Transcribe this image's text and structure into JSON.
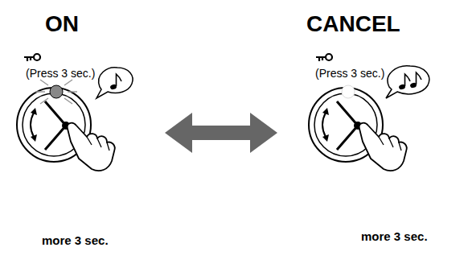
{
  "diagram": {
    "nodes": [
      {
        "text": [
          "ON",
          "(Press 3 sec.)",
          "more 3 sec."
        ]
      },
      {
        "text": [
          "CANCEL",
          "(Press 3 sec.)",
          "more 3 sec."
        ]
      }
    ],
    "edges": [
      {
        "from": 0,
        "to": 1,
        "arrow": "both"
      }
    ]
  }
}
